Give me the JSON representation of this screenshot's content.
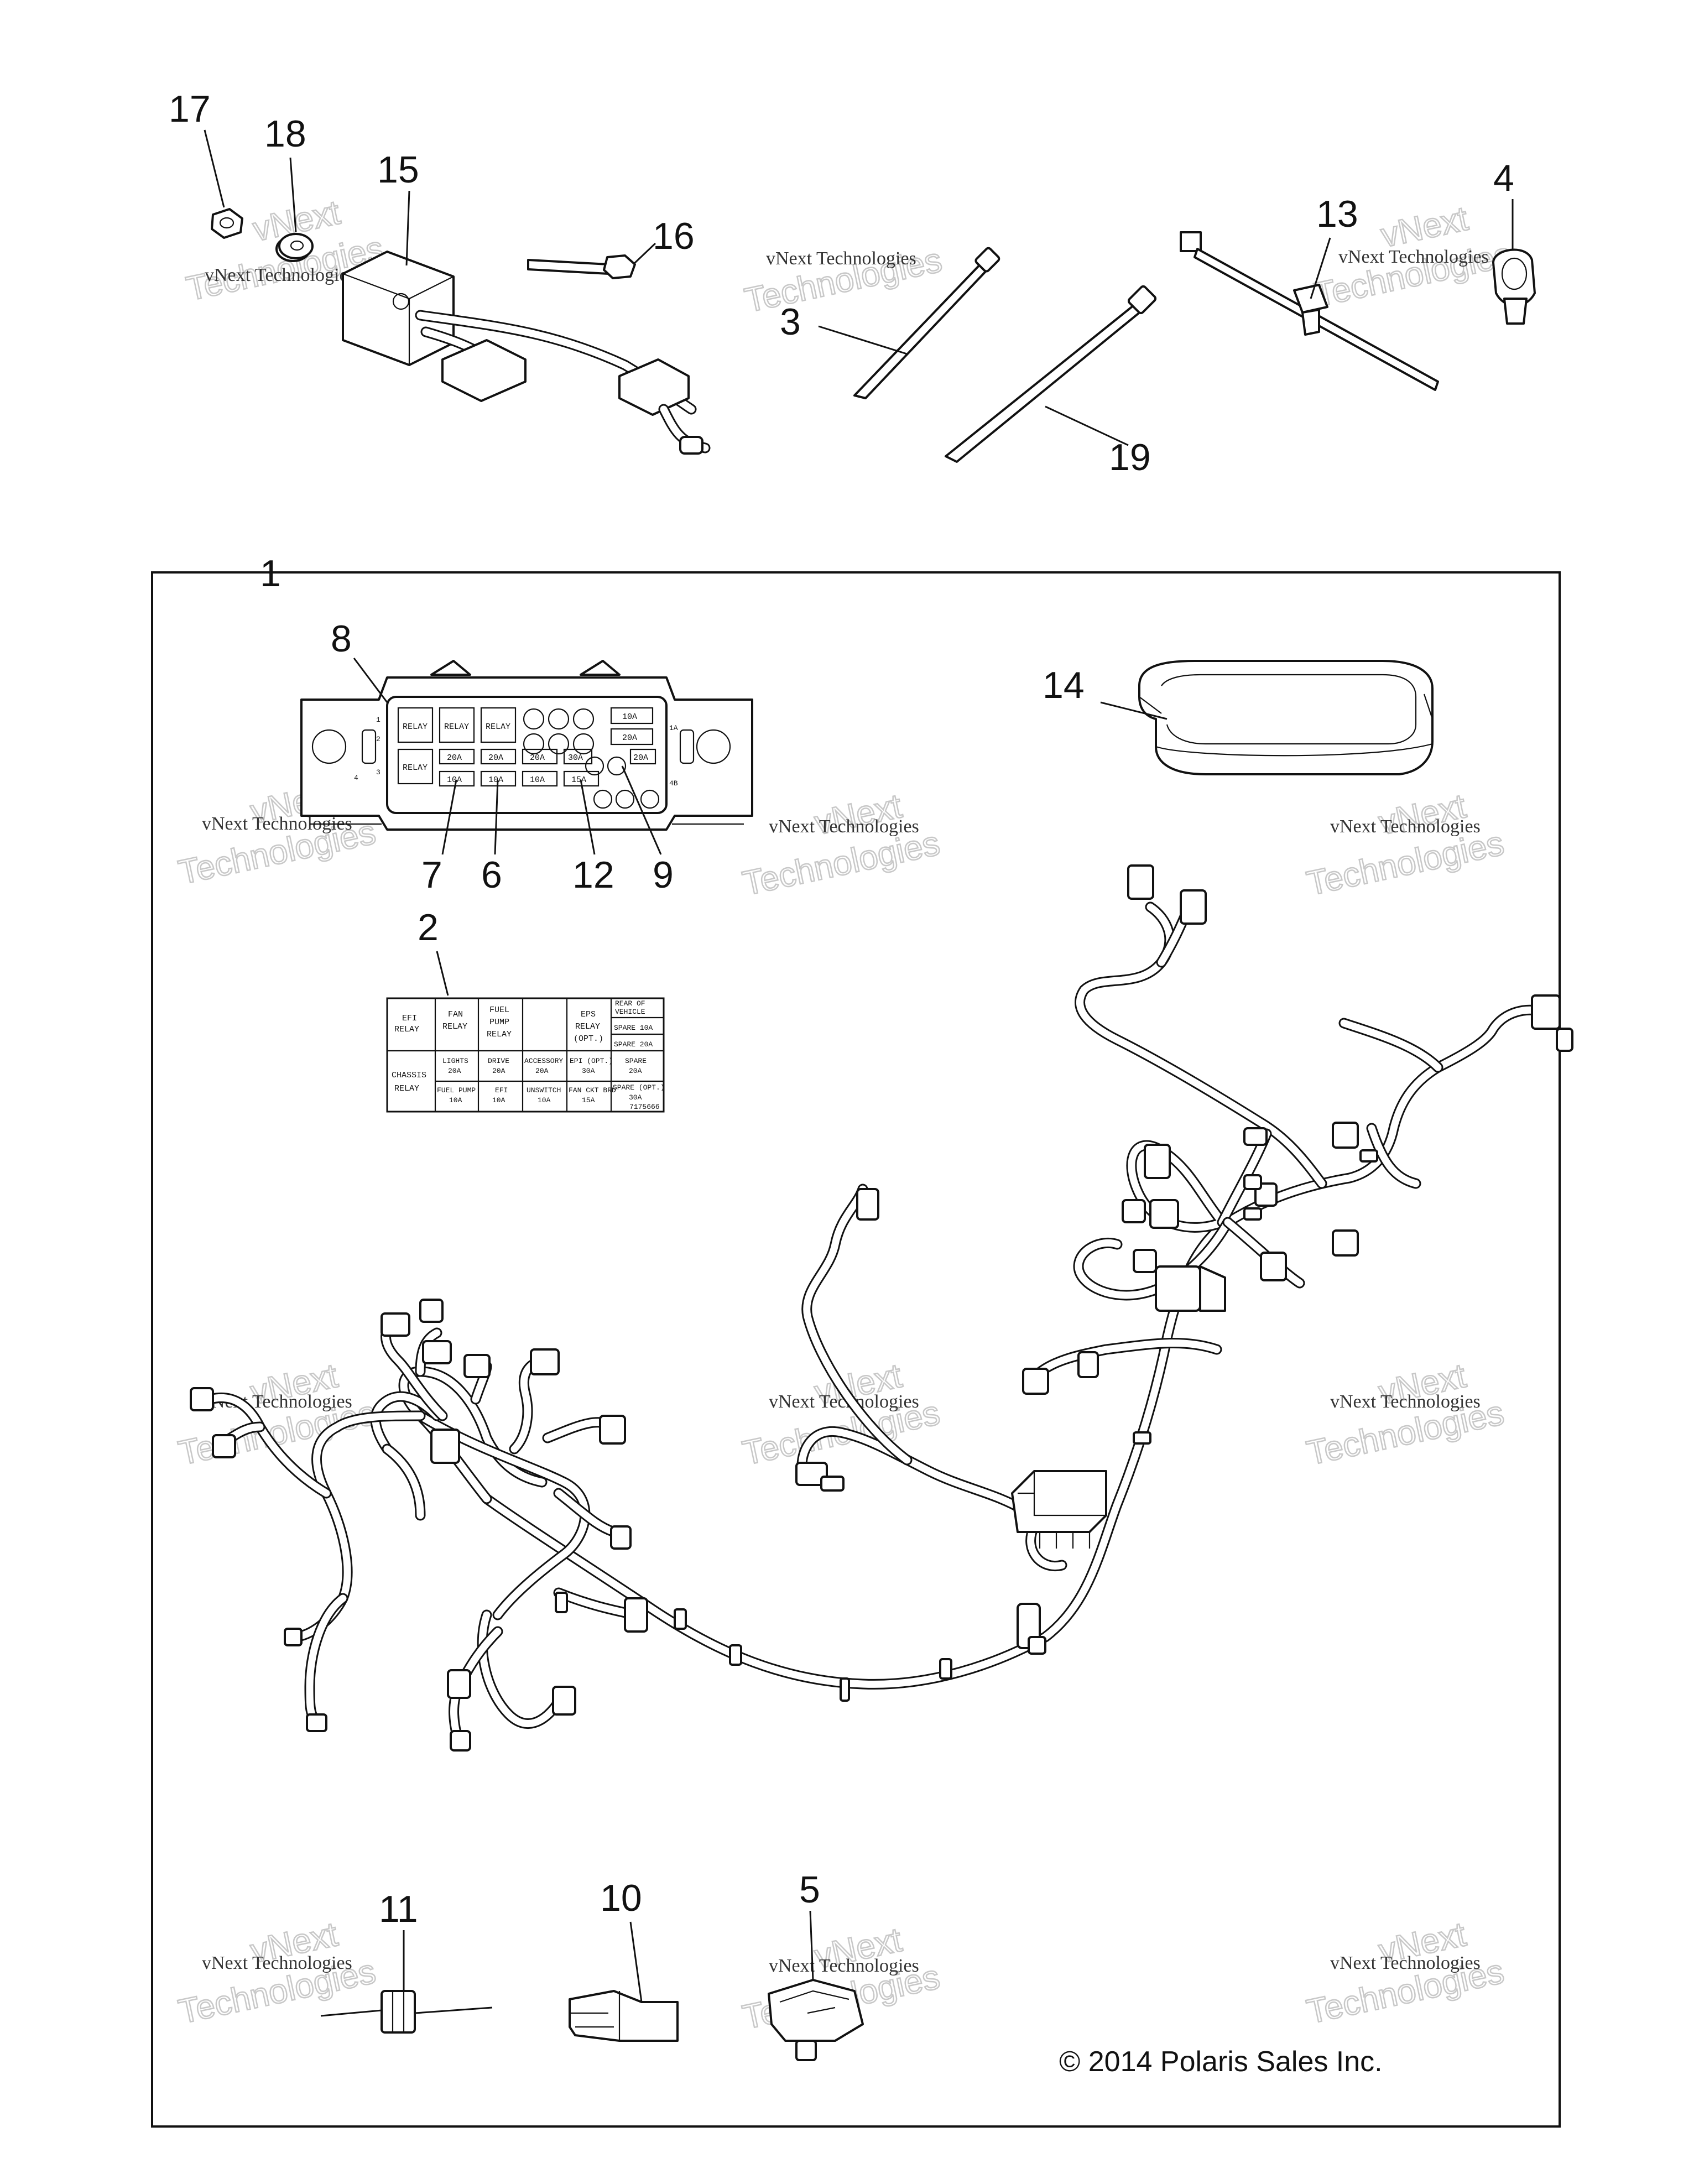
{
  "callouts": {
    "c1": "1",
    "c2": "2",
    "c3": "3",
    "c4": "4",
    "c5": "5",
    "c6": "6",
    "c7": "7",
    "c8": "8",
    "c9": "9",
    "c10": "10",
    "c11": "11",
    "c12": "12",
    "c13": "13",
    "c14": "14",
    "c15": "15",
    "c16": "16",
    "c17": "17",
    "c18": "18",
    "c19": "19"
  },
  "watermark": {
    "line1": "vNext Technologies",
    "line2": "Technologies",
    "line3": "vNext"
  },
  "label_table": {
    "efi_relay_1": "EFI",
    "efi_relay_2": "RELAY",
    "fan_relay_1": "FAN",
    "fan_relay_2": "RELAY",
    "fuel_pump_relay_1": "FUEL",
    "fuel_pump_relay_2": "PUMP",
    "fuel_pump_relay_3": "RELAY",
    "eps_relay_1": "EPS",
    "eps_relay_2": "RELAY",
    "eps_relay_3": "(OPT.)",
    "rear_1": "REAR OF",
    "rear_2": "VEHICLE",
    "spare_10a": "SPARE 10A",
    "spare_20a_top": "SPARE 20A",
    "chassis_relay_1": "CHASSIS",
    "chassis_relay_2": "RELAY",
    "lights_1": "LIGHTS",
    "lights_2": "20A",
    "drive_1": "DRIVE",
    "drive_2": "20A",
    "accessory_1": "ACCESSORY",
    "accessory_2": "20A",
    "epi_1": "EPI (OPT.)",
    "epi_2": "30A",
    "spare_20a_1": "SPARE",
    "spare_20a_2": "20A",
    "fuel_pump_fuse_1": "FUEL PUMP",
    "fuel_pump_fuse_2": "10A",
    "efi_fuse_1": "EFI",
    "efi_fuse_2": "10A",
    "unswitch_1": "UNSWITCH",
    "unswitch_2": "10A",
    "fan_1": "FAN CKT BRD",
    "fan_2": "15A",
    "spare_opt_1": "SPARE (OPT.)",
    "spare_opt_2": "30A",
    "part_code": "7175666"
  },
  "fuse_box": {
    "relay": "RELAY",
    "f10a": "10A",
    "f20a": "20A",
    "f15a": "15A",
    "f30a": "30A",
    "row1": "1",
    "row2": "2",
    "row3": "3",
    "row4": "4",
    "side1": "1A",
    "side2": "4B"
  },
  "copyright": "© 2014 Polaris Sales Inc."
}
